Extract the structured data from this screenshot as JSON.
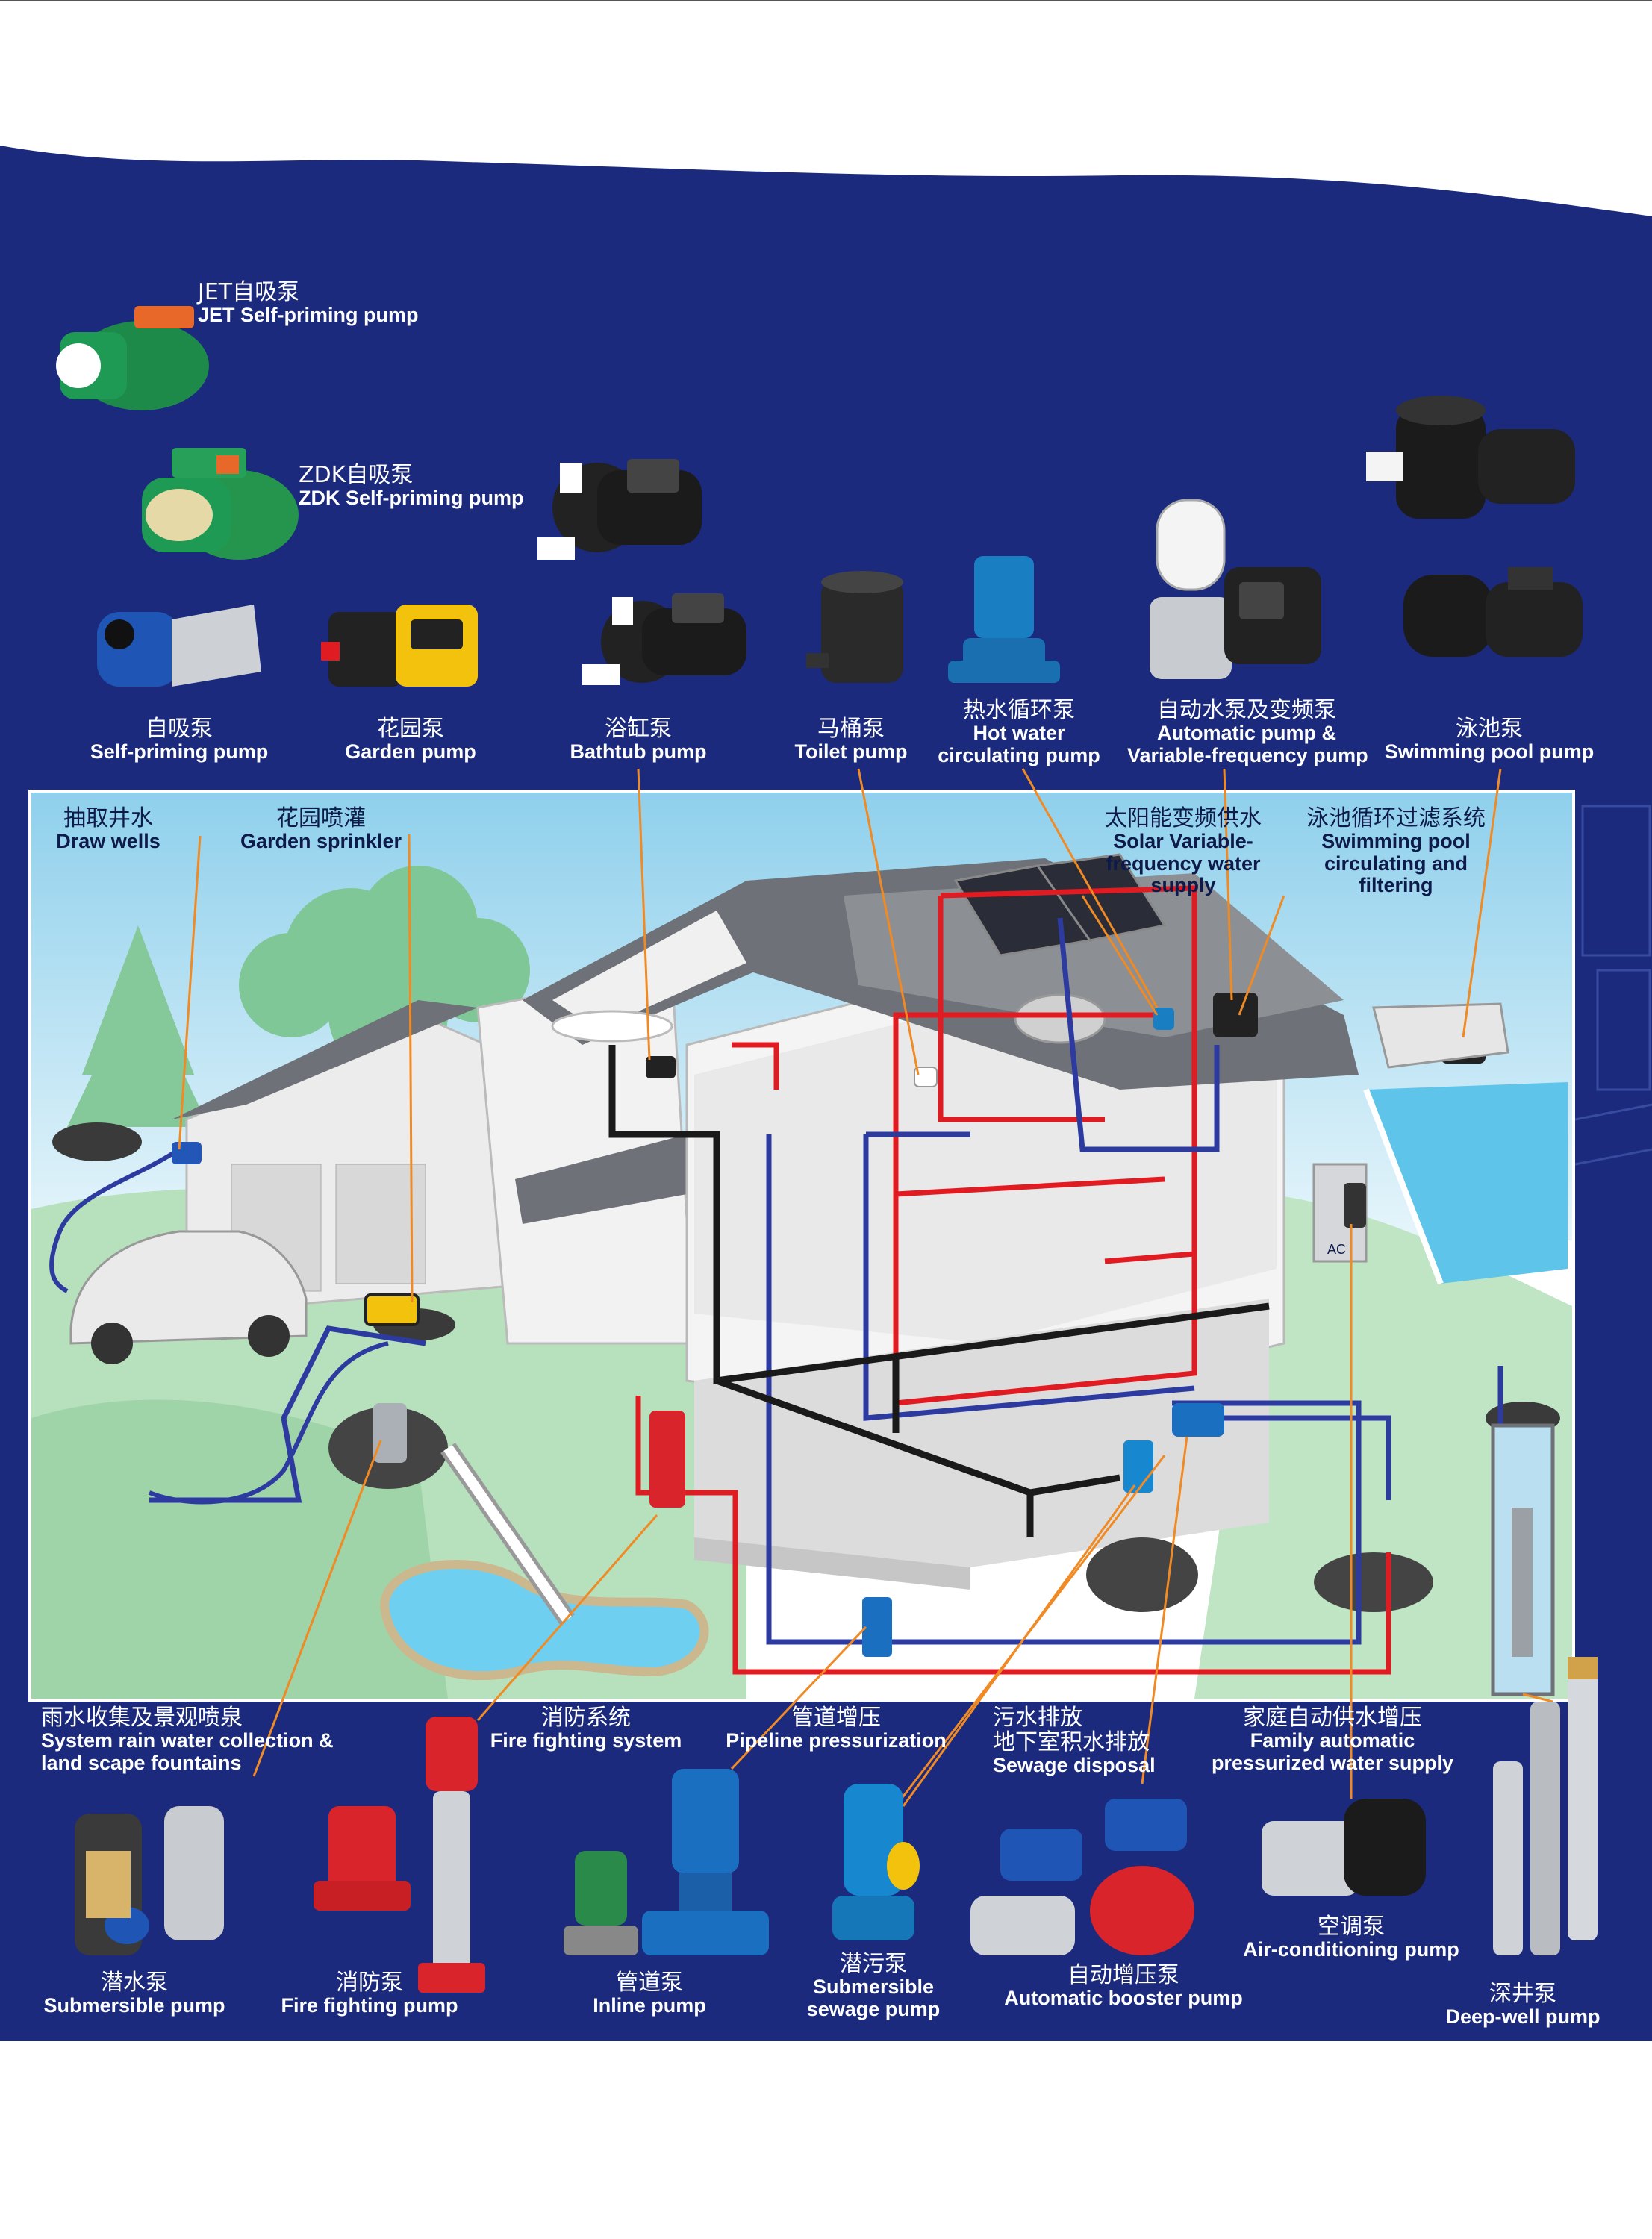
{
  "colors": {
    "navy": "#1b2a7c",
    "sky": "#bfe3f3",
    "grass": "#a9d9b0",
    "roof": "#6e7177",
    "wall": "#f0f0f0",
    "hot_pipe": "#e11b22",
    "cold_pipe": "#2d3aa0",
    "drain_pipe": "#1a1a1a",
    "callout_line": "#f08a24"
  },
  "top_products": [
    {
      "id": "jet",
      "cn": "JET自吸泵",
      "en": "JET Self-priming pump",
      "color": "#1d8a4a"
    },
    {
      "id": "zdk",
      "cn": "ZDK自吸泵",
      "en": "ZDK Self-priming pump",
      "color": "#25944c"
    },
    {
      "id": "self",
      "cn": "自吸泵",
      "en": "Self-priming pump",
      "color": "#1f56b5"
    },
    {
      "id": "garden",
      "cn": "花园泵",
      "en": "Garden pump",
      "color": "#f2c20c"
    },
    {
      "id": "bathtub",
      "cn": "浴缸泵",
      "en": "Bathtub pump",
      "color": "#222222"
    },
    {
      "id": "toilet",
      "cn": "马桶泵",
      "en": "Toilet pump",
      "color": "#2a2a2a"
    },
    {
      "id": "hotwater",
      "cn": "热水循环泵",
      "en_lines": [
        "Hot water",
        "circulating pump"
      ],
      "color": "#1a7fc2"
    },
    {
      "id": "auto",
      "cn": "自动水泵及变频泵",
      "en_lines": [
        "Automatic pump &",
        "Variable-frequency pump"
      ],
      "color": "#9aa0a6"
    },
    {
      "id": "pool",
      "cn": "泳池泵",
      "en": "Swimming pool pump",
      "color": "#1b1b1b"
    }
  ],
  "scene_labels": {
    "draw_wells": {
      "cn": "抽取井水",
      "en": "Draw  wells"
    },
    "garden_sprinkler": {
      "cn": "花园喷灌",
      "en": "Garden sprinkler"
    },
    "solar": {
      "cn": "太阳能变频供水",
      "en_lines": [
        "Solar Variable-",
        "frequency water",
        "supply"
      ]
    },
    "pool_filter": {
      "cn": "泳池循环过滤系统",
      "en_lines": [
        "Swimming pool",
        "circulating and",
        "filtering"
      ]
    },
    "ac_tag": "AC"
  },
  "bottom_applications": [
    {
      "id": "rain",
      "cn": "雨水收集及景观喷泉",
      "en_lines": [
        "System rain water collection &",
        "land scape fountains"
      ]
    },
    {
      "id": "fire_sys",
      "cn": "消防系统",
      "en": "Fire fighting system"
    },
    {
      "id": "pipeline",
      "cn": "管道增压",
      "en": "Pipeline pressurization"
    },
    {
      "id": "sewage",
      "cn_lines": [
        "污水排放",
        "地下室积水排放"
      ],
      "en": "Sewage disposal"
    },
    {
      "id": "family",
      "cn": "家庭自动供水增压",
      "en_lines": [
        "Family automatic",
        "pressurized water supply"
      ]
    }
  ],
  "bottom_products": [
    {
      "id": "submersible",
      "cn": "潜水泵",
      "en": "Submersible pump",
      "color": "#3a3a3a"
    },
    {
      "id": "fire",
      "cn": "消防泵",
      "en": "Fire fighting pump",
      "color": "#d8242a"
    },
    {
      "id": "inline",
      "cn": "管道泵",
      "en": "Inline pump",
      "color": "#1a6fc0"
    },
    {
      "id": "sewage_pump",
      "cn": "潜污泵",
      "en_lines": [
        "Submersible",
        "sewage pump"
      ],
      "color": "#1788d0"
    },
    {
      "id": "booster",
      "cn": "自动增压泵",
      "en": "Automatic booster pump",
      "color": "#d8242a"
    },
    {
      "id": "aircon",
      "cn": "空调泵",
      "en": "Air-conditioning pump",
      "color": "#9aa0a6"
    },
    {
      "id": "deepwell",
      "cn": "深井泵",
      "en": "Deep-well pump",
      "color": "#c0c4c8"
    }
  ]
}
